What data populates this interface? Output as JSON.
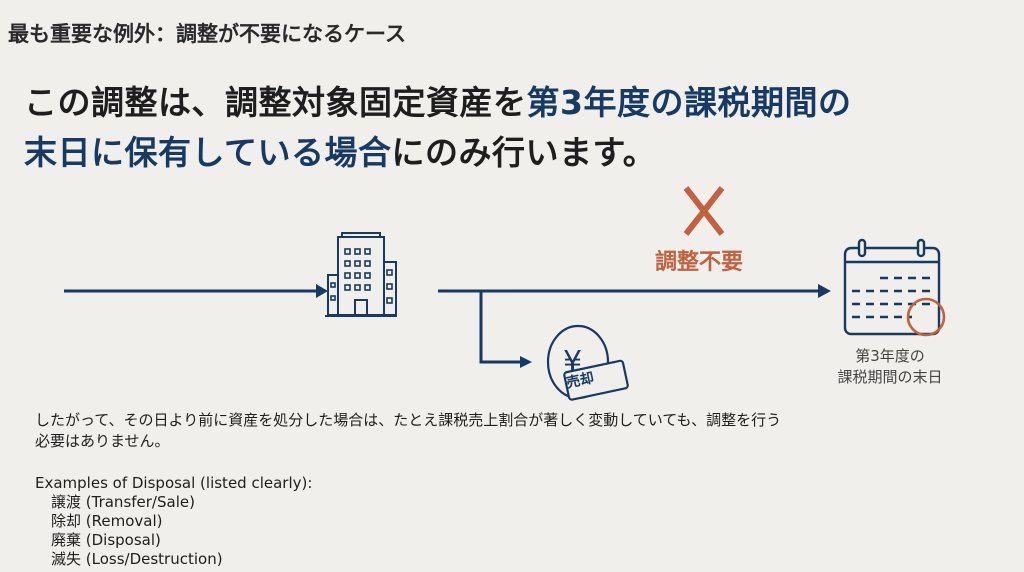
{
  "title": "最も重要な例外：調整が不要になるケース",
  "headline": {
    "line1_plain": "この調整は、調整対象固定資産を",
    "line1_highlight": "第3年度の課税期間の",
    "line2_highlight": "末日に保有している場合",
    "line2_plain": "にのみ行います。"
  },
  "diagram": {
    "no_adjustment_label": "調整不要",
    "sale_tag": "売却",
    "calendar_label_line1": "第3年度の",
    "calendar_label_line2": "課税期間の末日",
    "colors": {
      "navy": "#173a64",
      "orange": "#c0623f"
    }
  },
  "body": {
    "line1": "したがって、その日より前に資産を処分した場合は、たとえ課税売上割合が著しく変動していても、調整を行う",
    "line2": "必要はありません。"
  },
  "examples": {
    "heading": "Examples of Disposal (listed clearly):",
    "items": [
      "譲渡 (Transfer/Sale)",
      "除却 (Removal)",
      "廃棄 (Disposal)",
      "滅失 (Loss/Destruction)"
    ]
  }
}
